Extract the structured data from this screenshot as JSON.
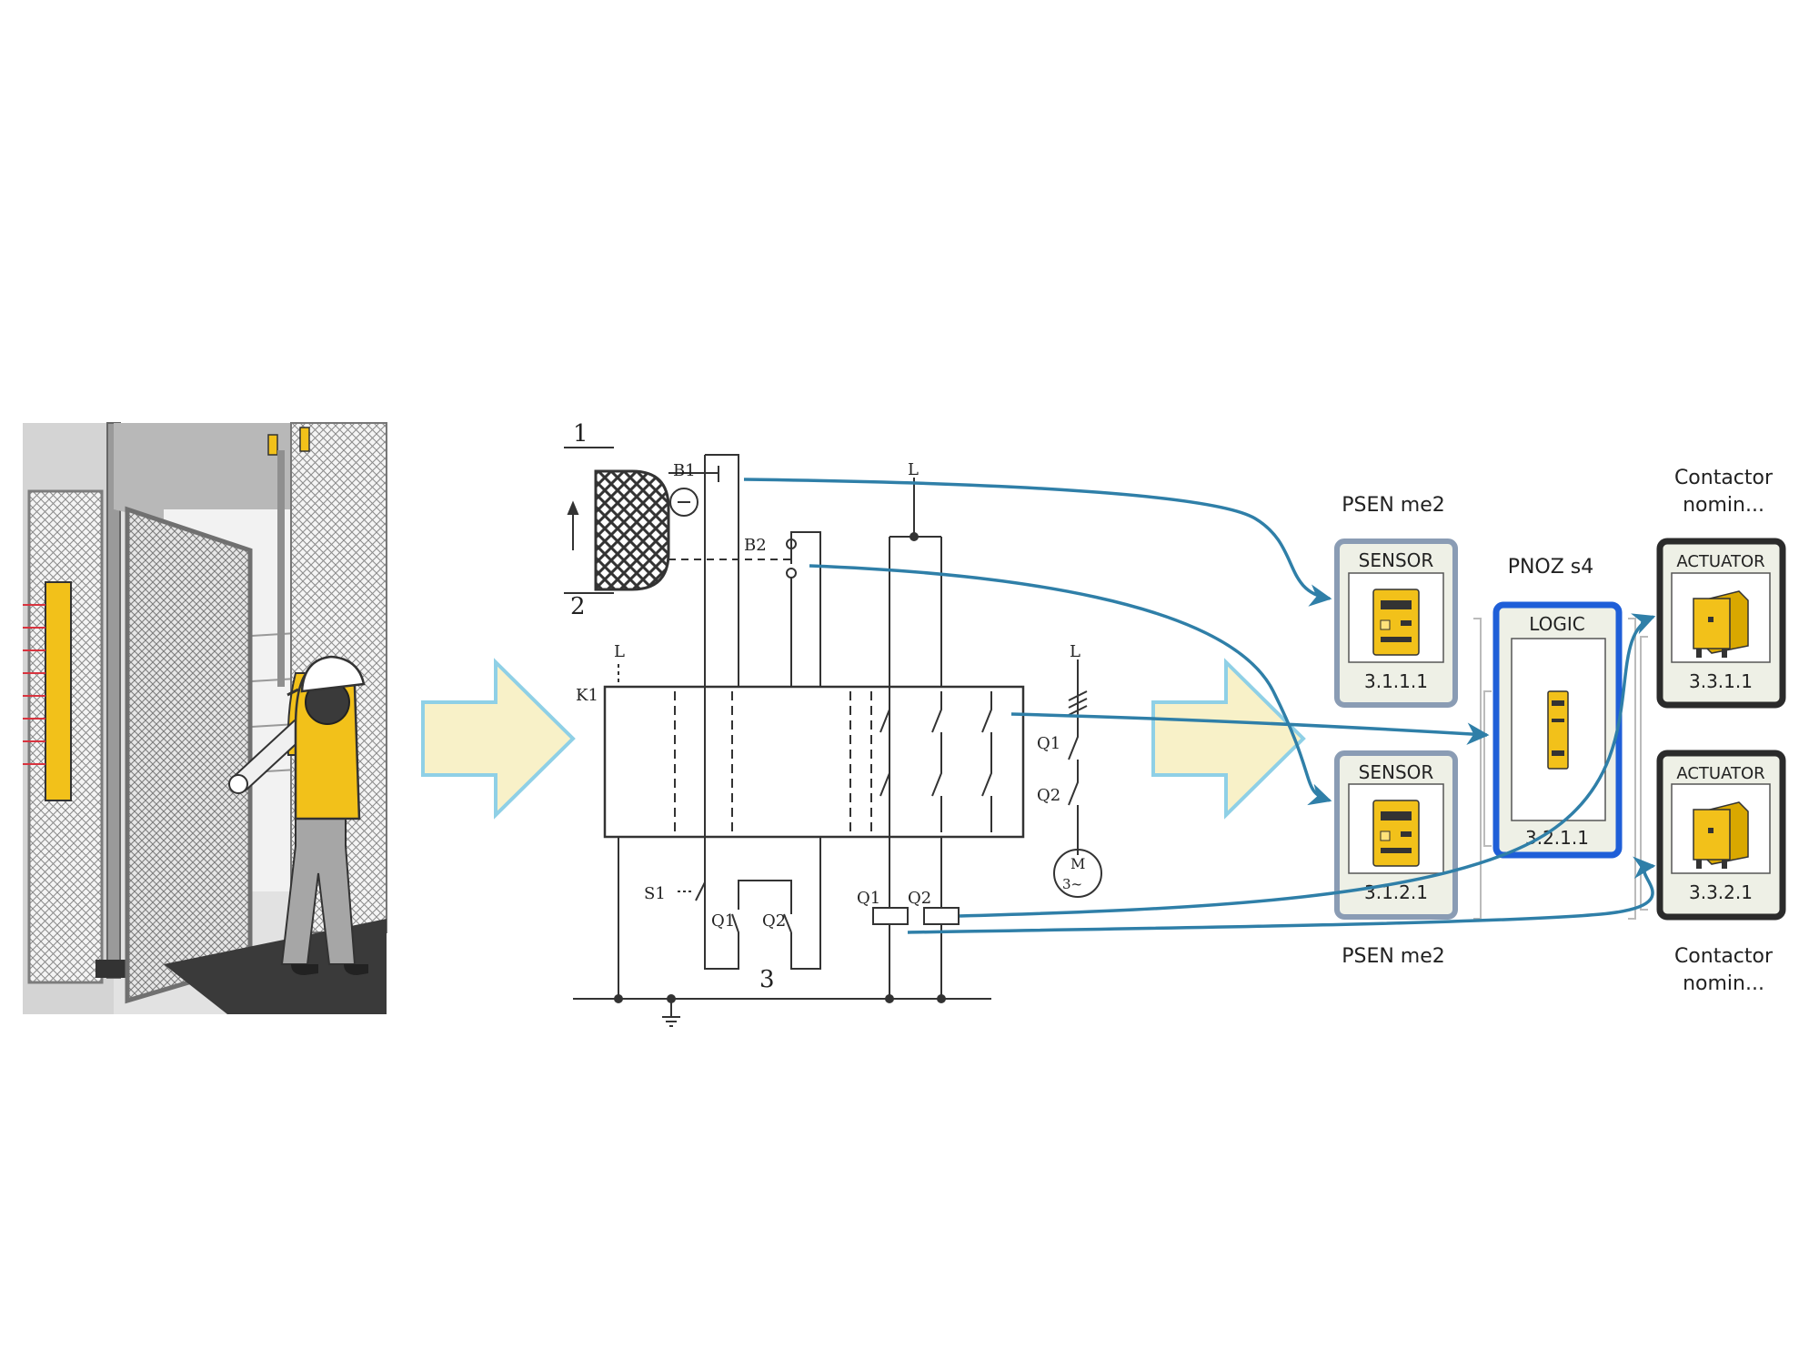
{
  "schematic": {
    "label_1": "1",
    "label_2": "2",
    "label_3": "3",
    "b1": "B1",
    "b2": "B2",
    "k1": "K1",
    "l_top": "L",
    "l_left": "L",
    "l_right": "L",
    "s1": "S1",
    "q1_contact": "Q1",
    "q2_contact": "Q2",
    "q1_coil": "Q1",
    "q2_coil": "Q2",
    "q1_motor": "Q1",
    "q2_motor": "Q2",
    "motor_m": "M",
    "motor_3": "3~"
  },
  "blocks": {
    "psen_top_label": "PSEN me2",
    "psen_bottom_label": "PSEN me2",
    "pnoz_label": "PNOZ s4",
    "contactor_top_line1": "Contactor",
    "contactor_top_line2": "nomin...",
    "contactor_bottom_line1": "Contactor",
    "contactor_bottom_line2": "nomin...",
    "sensor_top_title": "SENSOR",
    "sensor_top_id": "3.1.1.1",
    "sensor_bottom_title": "SENSOR",
    "sensor_bottom_id": "3.1.2.1",
    "logic_title": "LOGIC",
    "logic_id": "3.2.1.1",
    "actuator_top_title": "ACTUATOR",
    "actuator_top_id": "3.3.1.1",
    "actuator_bottom_title": "ACTUATOR",
    "actuator_bottom_id": "3.3.2.1"
  },
  "colors": {
    "connector": "#2f7fa8",
    "sensor_border": "#8a9cb4",
    "logic_border": "#1f5fd8",
    "actuator_border": "#2b2b2b",
    "device_yellow": "#f2c11a",
    "arrow_fill": "#f8f1c8",
    "arrow_stroke": "#8fd0e6"
  }
}
